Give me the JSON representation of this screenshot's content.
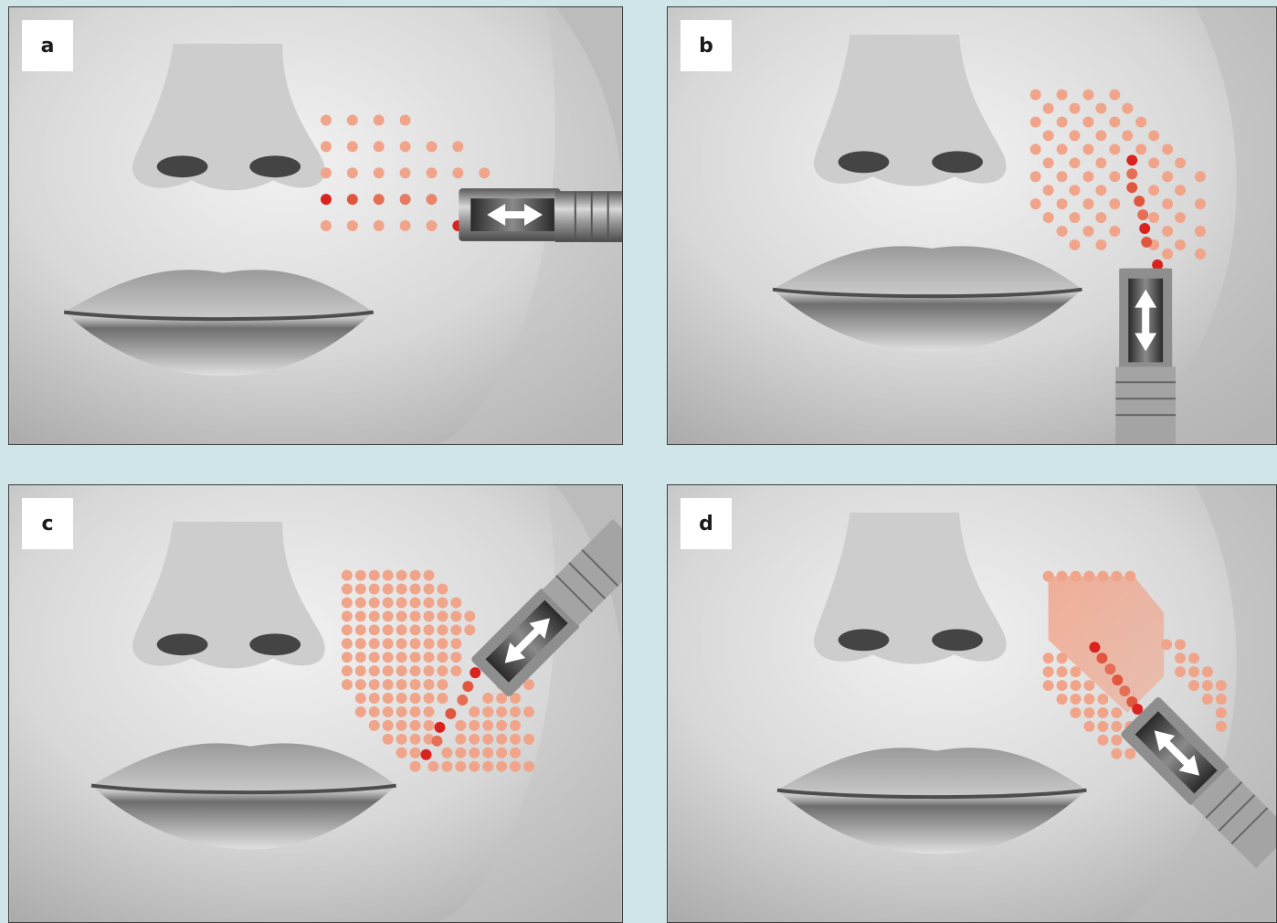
{
  "panels": [
    {
      "id": "a",
      "label": "a",
      "pattern": "horizontal-lines",
      "applicator_direction": "horizontal"
    },
    {
      "id": "b",
      "label": "b",
      "pattern": "vertical-columns",
      "applicator_direction": "vertical"
    },
    {
      "id": "c",
      "label": "c",
      "pattern": "diagonal-grid",
      "applicator_direction": "diagonal-up-right"
    },
    {
      "id": "d",
      "label": "d",
      "pattern": "fan-grid",
      "applicator_direction": "diagonal-down-right"
    }
  ],
  "colors": {
    "background": "#cfe5e8",
    "dot_light": "#f0a48a",
    "dot_active": "#d9231f",
    "skin": "#d9d9d9",
    "device_metal": "#8c8c8c"
  },
  "icons": [
    "double-arrow-icon",
    "applicator-device",
    "treatment-dot-grid"
  ]
}
